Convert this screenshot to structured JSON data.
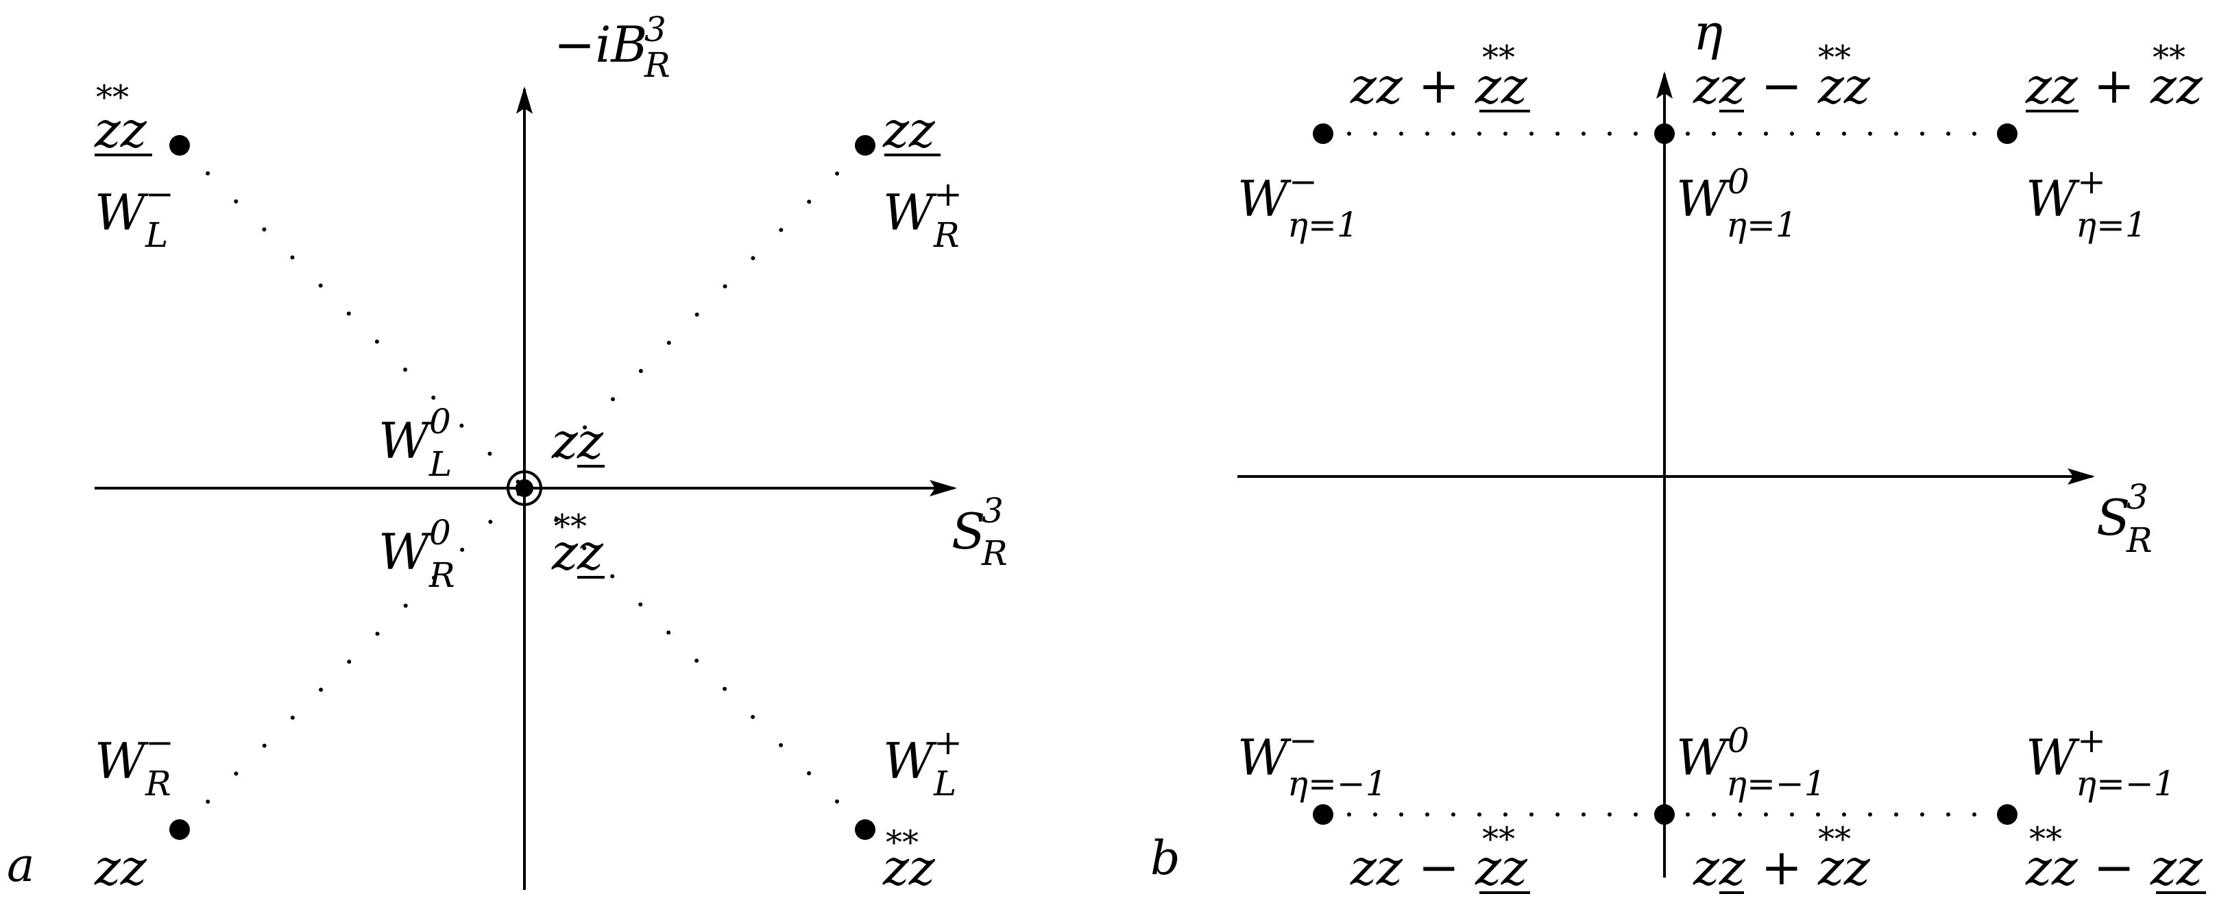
{
  "panels": {
    "a": {
      "letter": "a",
      "axes": {
        "vertical": "−iB",
        "vertical_sup": "3",
        "vertical_sub": "R",
        "horizontal": "S",
        "horizontal_sup": "3",
        "horizontal_sub": "R"
      },
      "states": {
        "top_left": {
          "name": "W",
          "sup": "−",
          "sub": "L",
          "field": "zz",
          "field_marks": "**",
          "field_underline": "zz"
        },
        "top_right": {
          "name": "W",
          "sup": "+",
          "sub": "R",
          "field": "zz",
          "field_underline": "zz"
        },
        "bottom_left": {
          "name": "W",
          "sup": "−",
          "sub": "R",
          "field": "zz"
        },
        "bottom_right": {
          "name": "W",
          "sup": "+",
          "sub": "L",
          "field": "zz",
          "field_marks": "**"
        },
        "center_upper": {
          "name": "W",
          "sup": "0",
          "sub": "L",
          "field_a": "z",
          "field_b": "z"
        },
        "center_lower": {
          "name": "W",
          "sup": "0",
          "sub": "R",
          "field_a": "z",
          "field_b": "z",
          "field_marks": "**"
        }
      }
    },
    "b": {
      "letter": "b",
      "axes": {
        "vertical": "η",
        "horizontal": "S",
        "horizontal_sup": "3",
        "horizontal_sub": "R"
      },
      "states": {
        "top_left": {
          "name": "W",
          "sup": "−",
          "sub": "η=1",
          "expr": "zz + zz",
          "marks": "**"
        },
        "top_center": {
          "name": "W",
          "sup": "0",
          "sub": "η=1",
          "expr": "zz − zz",
          "marks": "**"
        },
        "top_right": {
          "name": "W",
          "sup": "+",
          "sub": "η=1",
          "expr": "zz + zz",
          "marks": "**"
        },
        "bottom_left": {
          "name": "W",
          "sup": "−",
          "sub": "η=−1",
          "expr": "zz − zz",
          "marks": "**"
        },
        "bottom_center": {
          "name": "W",
          "sup": "0",
          "sub": "η=−1",
          "expr": "zz + zz",
          "marks": "**"
        },
        "bottom_right": {
          "name": "W",
          "sup": "+",
          "sub": "η=−1",
          "expr": "zz − zz",
          "marks": "**"
        }
      }
    }
  }
}
